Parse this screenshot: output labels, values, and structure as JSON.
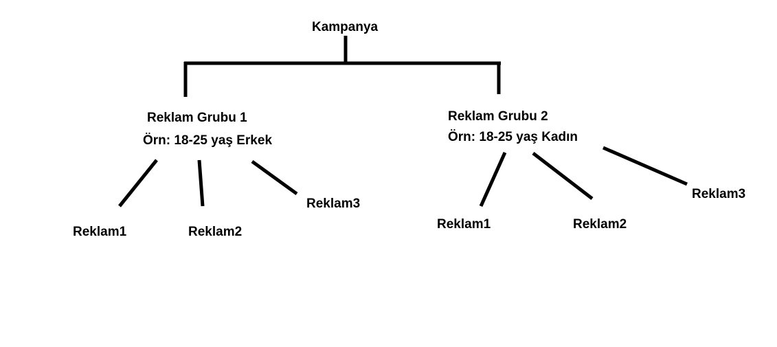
{
  "root": {
    "label": "Kampanya"
  },
  "groups": [
    {
      "title": "Reklam Grubu 1",
      "subtitle": "Örn: 18-25 yaş Erkek",
      "ads": [
        "Reklam1",
        "Reklam2",
        "Reklam3"
      ]
    },
    {
      "title": "Reklam Grubu 2",
      "subtitle": "Örn: 18-25 yaş Kadın",
      "ads": [
        "Reklam1",
        "Reklam2",
        "Reklam3"
      ]
    }
  ],
  "colors": {
    "line": "#000000",
    "text": "#000000",
    "background": "#ffffff"
  }
}
